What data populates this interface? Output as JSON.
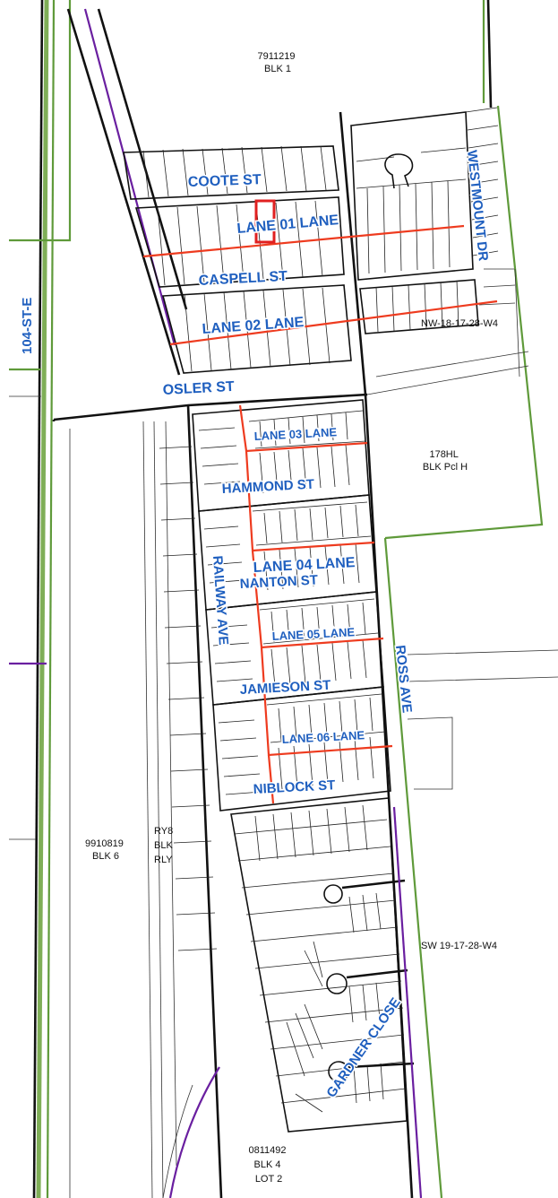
{
  "streets": {
    "coote": "COOTE ST",
    "lane01": "LANE 01 LANE",
    "caspell": "CASPELL ST",
    "lane02": "LANE 02 LANE",
    "osler": "OSLER ST",
    "lane03": "LANE 03 LANE",
    "hammond": "HAMMOND ST",
    "lane04": "LANE 04 LANE",
    "nanton": "NANTON ST",
    "lane05": "LANE 05 LANE",
    "jamieson": "JAMIESON ST",
    "lane06": "LANE 06 LANE",
    "niblock": "NIBLOCK ST",
    "gardner": "GARDNER CLOSE",
    "westmount": "WESTMOUNT DR",
    "railway": "RAILWAY AVE",
    "ross": "ROSS AVE",
    "st104": "104-ST-E"
  },
  "parcels": {
    "p7911219": [
      "7911219",
      "BLK 1"
    ],
    "nw": "NW-18-17-28-W4",
    "p178hl": [
      "178HL",
      "BLK Pcl H"
    ],
    "p9910819": [
      "9910819",
      "BLK 6"
    ],
    "ry8": [
      "RY8",
      "BLK",
      "RLY"
    ],
    "sw": "SW 19-17-28-W4",
    "p0811492": [
      "0811492",
      "BLK 4",
      "LOT 2"
    ]
  },
  "colors": {
    "street_label": "#1f5fbf",
    "lane_line": "#ee3b1f",
    "selection": "#e02020",
    "boundary_green": "#5f9a3a",
    "purple_line": "#6a1fa0"
  }
}
